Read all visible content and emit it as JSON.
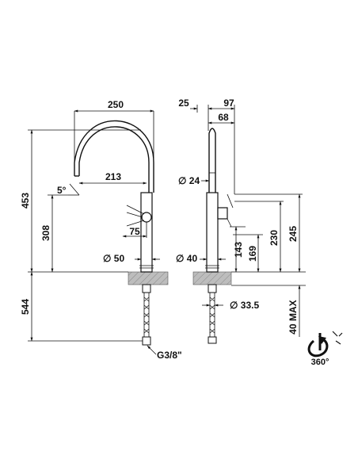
{
  "front_view": {
    "width_250": "250",
    "spout_213": "213",
    "angle_5": "5°",
    "height_453": "453",
    "height_308": "308",
    "lever_75": "75",
    "dia_50": "∅ 50",
    "below_544": "544",
    "thread_g38": "G3/8\""
  },
  "side_view": {
    "offset_25": "25",
    "depth_97": "97",
    "depth_68": "68",
    "dia_24": "∅ 24",
    "dia_40": "∅ 40",
    "dia_33_5": "∅ 33.5",
    "h_143": "143",
    "h_169": "169",
    "h_230": "230",
    "h_245": "245",
    "max_40": "40 MAX"
  },
  "rotation": {
    "label": "360°",
    "icon": "rotation-arrow-icon"
  }
}
